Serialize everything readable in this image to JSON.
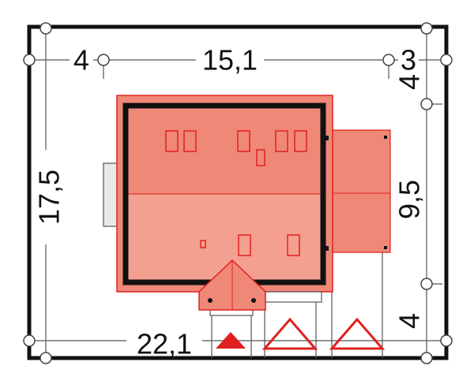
{
  "dimensions": {
    "top_left": "4",
    "top_middle": "15,1",
    "top_right": "3",
    "right_top": "4",
    "right_middle": "9,5",
    "right_bottom": "4",
    "left_height": "17,5",
    "bottom_width": "22,1"
  },
  "colors": {
    "roof_fill": "#f08877",
    "roof_fill_lower": "#f4a090",
    "roof_outline": "#e02020",
    "wall": "#111111",
    "plot_border": "#111111",
    "dimension_line": "#555555",
    "annex_fill": "#e8e8e8",
    "access_arrow": "#e02020"
  }
}
